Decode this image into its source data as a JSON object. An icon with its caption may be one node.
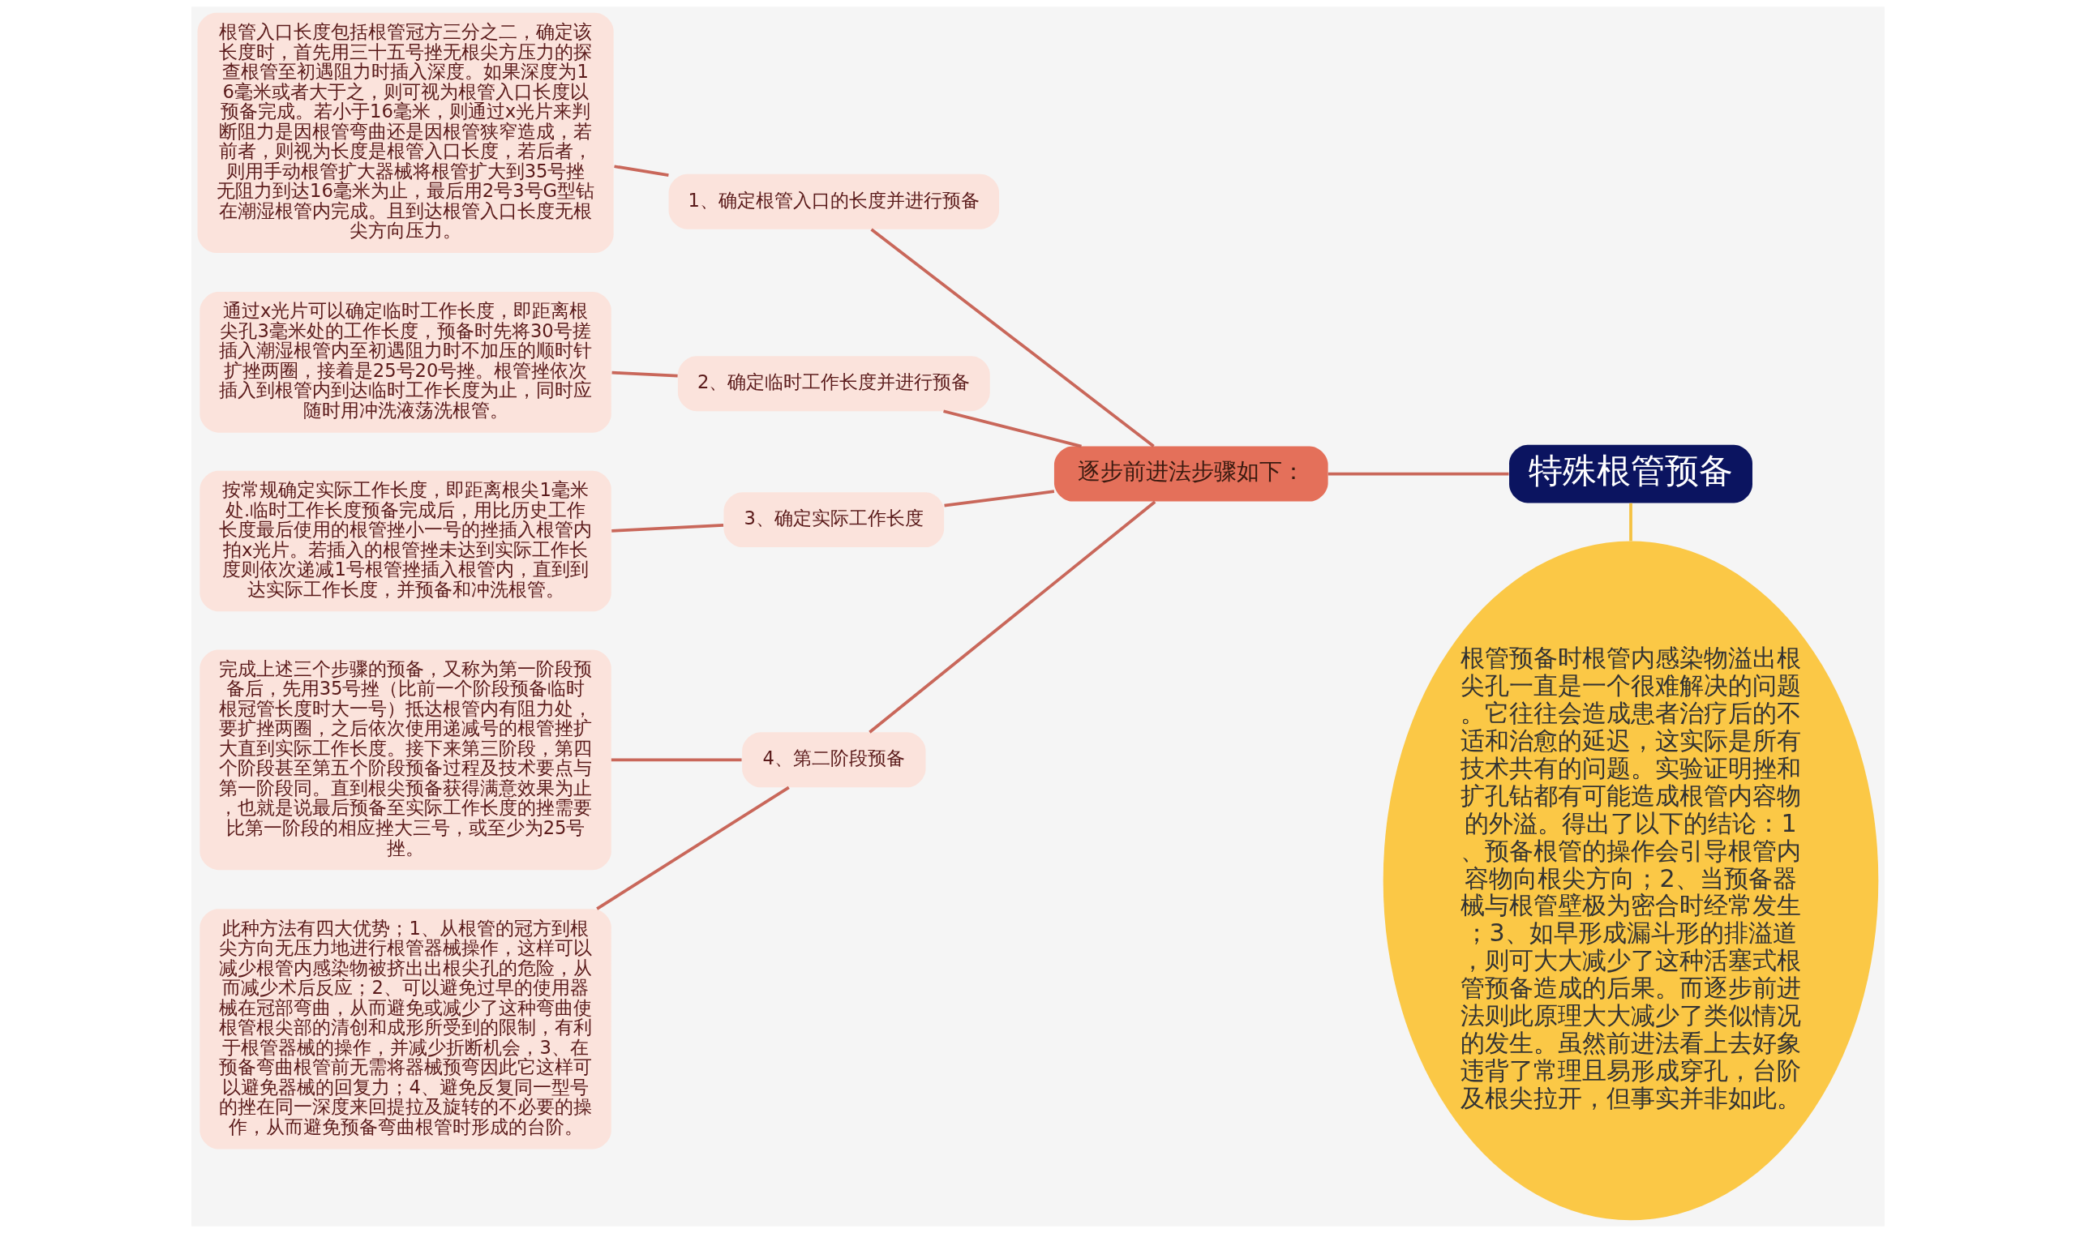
{
  "diagram": {
    "nodes": [
      {
        "text": [
          "特殊根管预备"
        ]
      },
      {
        "text": [
          "根管预备时根管内感染物溢出根尖孔一直是一个很难解决的问题。它往往会造成患者治疗后的不适和治愈的延迟，这实际是所有技术共有的问题。实验证明挫和扩孔钻都有可能造成根管内容物的外溢。得出了以下的结论：1、预备根管的操作会引导根管内容物向根尖方向；2、当预备器械与根管壁极为密合时经常发生；3、如早形成漏斗形的排溢道，则可大大减少了这种活塞式根管预备造成的后果。而逐步前进法则此原理大大减少了类似情况的发生。虽然前进法看上去好象违背了常理且易形成穿孔，台阶及根尖拉开，但事实并非如此。"
        ]
      },
      {
        "text": [
          "逐步前进法步骤如下："
        ]
      },
      {
        "text": [
          "1、确定根管入口的长度并进行预备"
        ]
      },
      {
        "text": [
          "根管入口长度包括根管冠方三分之二，确定该长度时，首先用三十五号挫无根尖方压力的探查根管至初遇阻力时插入深度。如果深度为16毫米或者大于之，则可视为根管入口长度以预备完成。若小于16毫米，则通过x光片来判断阻力是因根管弯曲还是因根管狭窄造成，若前者，则视为长度是根管入口长度，若后者，则用手动根管扩大器械将根管扩大到35号挫无阻力到达16毫米为止，最后用2号3号G型钻在潮湿根管内完成。且到达根管入口长度无根尖方向压力。"
        ]
      },
      {
        "text": [
          "2、确定临时工作长度并进行预备"
        ]
      },
      {
        "text": [
          "通过x光片可以确定临时工作长度，即距离根尖孔3毫米处的工作长度，预备时先将30号搓插入潮湿根管内至初遇阻力时不加压的顺时针扩挫两圈，接着是25号20号挫。根管挫依次插入到根管内到达临时工作长度为止，同时应随时用冲洗液荡洗根管。"
        ]
      },
      {
        "text": [
          "3、确定实际工作长度"
        ]
      },
      {
        "text": [
          "按常规确定实际工作长度，即距离根尖1毫米处.临时工作长度预备完成后，用比历史工作长度最后使用的根管挫小一号的挫插入根管内拍x光片。若插入的根管挫未达到实际工作长度则依次递减1号根管挫插入根管内，直到到达实际工作长度，并预备和冲洗根管。"
        ]
      },
      {
        "text": [
          "4、第二阶段预备"
        ]
      },
      {
        "text": [
          "完成上述三个步骤的预备，又称为第一阶段预备后，先用35号挫（比前一个阶段预备临时根冠管长度时大一号）抵达根管内有阻力处，要扩挫两圈，之后依次使用递减号的根管挫扩大直到实际工作长度。接下来第三阶段，第四个阶段甚至第五个阶段预备过程及技术要点与第一阶段同。直到根尖预备获得满意效果为止，也就是说最后预备至实际工作长度的挫需要比第一阶段的相应挫大三号，或至少为25号挫。"
        ]
      },
      {
        "text": [
          "此种方法有四大优势；1、从根管的冠方到根尖方向无压力地进行根管器械操作，这样可以减少根管内感染物被挤出出根尖孔的危险，从而减少术后反应；2、可以避免过早的使用器械在冠部弯曲，从而避免或减少了这种弯曲使根管根尖部的清创和成形所受到的限制，有利于根管器械的操作，并减少折断机会，3、在预备弯曲根管前无需将器械预弯因此它这样可以避免器械的回复力；4、避免反复同一型号的挫在同一深度来回提拉及旋转的不必要的操作，从而避免预备弯曲根管时形成的台阶。"
        ]
      }
    ],
    "edges": [
      {
        "from": 0,
        "to": 1,
        "arrow": "none",
        "color": "#f5c242"
      },
      {
        "from": 0,
        "to": 2,
        "arrow": "none"
      },
      {
        "from": 2,
        "to": 3,
        "arrow": "none"
      },
      {
        "from": 2,
        "to": 5,
        "arrow": "none"
      },
      {
        "from": 2,
        "to": 7,
        "arrow": "none"
      },
      {
        "from": 2,
        "to": 9,
        "arrow": "none"
      },
      {
        "from": 3,
        "to": 4,
        "arrow": "none"
      },
      {
        "from": 5,
        "to": 6,
        "arrow": "none"
      },
      {
        "from": 7,
        "to": 8,
        "arrow": "none"
      },
      {
        "from": 9,
        "to": 10,
        "arrow": "none"
      },
      {
        "from": 9,
        "to": 11,
        "arrow": "none"
      }
    ]
  }
}
